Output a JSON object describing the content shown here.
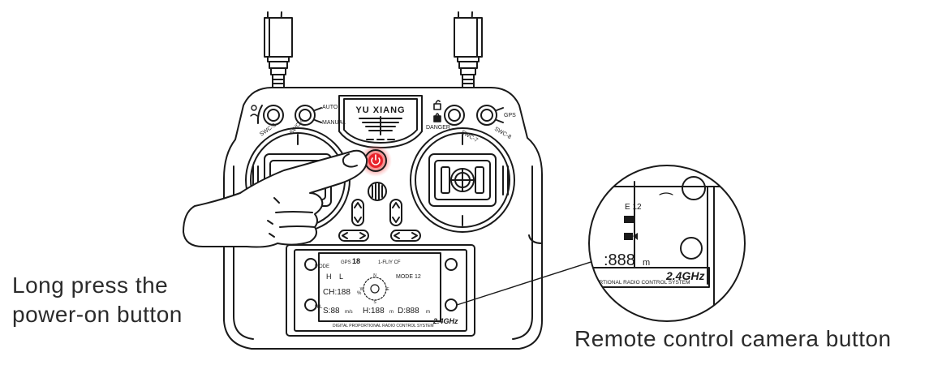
{
  "brand": "YU XIANG",
  "callouts": {
    "power": "Long press the power-on button",
    "camera": "Remote control camera button"
  },
  "switch_labels": {
    "swc3": "SWC-3",
    "swc4": "SWC-4",
    "auto": "AUTO",
    "manual": "MANUAL",
    "danger": "DANGER",
    "swc7": "SWC-7",
    "swc8": "SWC-8",
    "gps": "GPS"
  },
  "panel_buttons": {
    "mode": "MODE",
    "hl": "H/L"
  },
  "lcd": {
    "gps": "GPS",
    "sat_count": "18",
    "flight_mode": "1-FLIY CF",
    "mode": "MODE 12",
    "h_label": "H",
    "l_label": "L",
    "ch": "CH:188",
    "ch_unit": "%",
    "speed": "S:88",
    "speed_unit": "m/s",
    "height": "H:188",
    "height_unit": "m",
    "distance": "D:888",
    "distance_unit": "m",
    "compass": [
      "N",
      "E",
      "S",
      "W"
    ]
  },
  "footer": "DIGITAL PROPORTIONAL RADIO CONTROL SYSTEM",
  "band": "2.4GHz",
  "zoom": {
    "mode": "E 12",
    "distance": ":888",
    "distance_unit": "m",
    "footer": "OPORTIONAL RADIO CONTROL SYSTEM",
    "band": "2.4GHz"
  },
  "colors": {
    "line": "#1a1a1a",
    "power_glow": "#e8222b",
    "text": "#2b2b2b"
  }
}
